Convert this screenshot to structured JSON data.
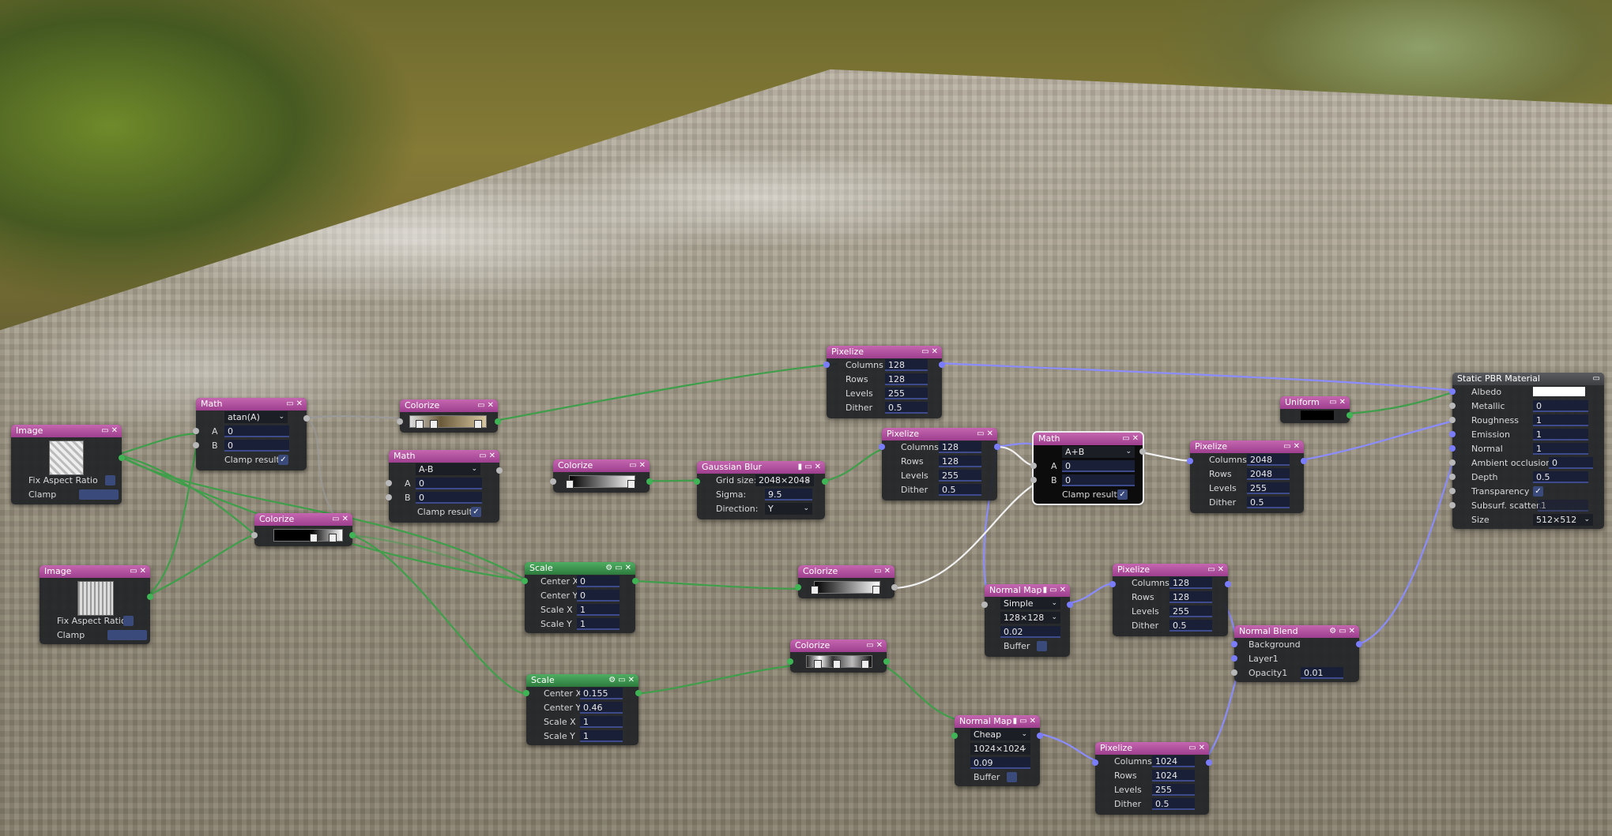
{
  "nodes": {
    "image1": {
      "title": "Image",
      "fix": "Fix Aspect Ratio",
      "clamp": "Clamp"
    },
    "image2": {
      "title": "Image",
      "fix": "Fix Aspect Ratio",
      "clamp": "Clamp"
    },
    "math1": {
      "title": "Math",
      "op": "atan(A)",
      "a_label": "A",
      "a": "0",
      "b_label": "B",
      "b": "0",
      "clamp": "Clamp result"
    },
    "math2": {
      "title": "Math",
      "op": "A-B",
      "a_label": "A",
      "a": "0",
      "b_label": "B",
      "b": "0",
      "clamp": "Clamp result"
    },
    "math3": {
      "title": "Math",
      "op": "A+B",
      "a_label": "A",
      "a": "0",
      "b_label": "B",
      "b": "0",
      "clamp": "Clamp result"
    },
    "colorize1": {
      "title": "Colorize"
    },
    "colorize2": {
      "title": "Colorize"
    },
    "colorize3": {
      "title": "Colorize"
    },
    "colorize4": {
      "title": "Colorize"
    },
    "colorize5": {
      "title": "Colorize"
    },
    "pixelize1": {
      "title": "Pixelize",
      "rows": [
        {
          "label": "Columns",
          "value": "128"
        },
        {
          "label": "Rows",
          "value": "128"
        },
        {
          "label": "Levels",
          "value": "255"
        },
        {
          "label": "Dither",
          "value": "0.5"
        }
      ]
    },
    "pixelize2": {
      "title": "Pixelize",
      "rows": [
        {
          "label": "Columns",
          "value": "128"
        },
        {
          "label": "Rows",
          "value": "128"
        },
        {
          "label": "Levels",
          "value": "255"
        },
        {
          "label": "Dither",
          "value": "0.5"
        }
      ]
    },
    "pixelize3": {
      "title": "Pixelize",
      "rows": [
        {
          "label": "Columns",
          "value": "2048"
        },
        {
          "label": "Rows",
          "value": "2048"
        },
        {
          "label": "Levels",
          "value": "255"
        },
        {
          "label": "Dither",
          "value": "0.5"
        }
      ]
    },
    "pixelize4": {
      "title": "Pixelize",
      "rows": [
        {
          "label": "Columns",
          "value": "128"
        },
        {
          "label": "Rows",
          "value": "128"
        },
        {
          "label": "Levels",
          "value": "255"
        },
        {
          "label": "Dither",
          "value": "0.5"
        }
      ]
    },
    "pixelize5": {
      "title": "Pixelize",
      "rows": [
        {
          "label": "Columns",
          "value": "1024"
        },
        {
          "label": "Rows",
          "value": "1024"
        },
        {
          "label": "Levels",
          "value": "255"
        },
        {
          "label": "Dither",
          "value": "0.5"
        }
      ]
    },
    "gaussian": {
      "title": "Gaussian Blur",
      "grid_label": "Grid size:",
      "grid": "2048×2048",
      "sigma_label": "Sigma:",
      "sigma": "9.5",
      "dir_label": "Direction:",
      "dir": "Y"
    },
    "scale1": {
      "title": "Scale",
      "rows": [
        {
          "label": "Center X",
          "value": "0"
        },
        {
          "label": "Center Y",
          "value": "0"
        },
        {
          "label": "Scale X",
          "value": "1"
        },
        {
          "label": "Scale Y",
          "value": "1"
        }
      ]
    },
    "scale2": {
      "title": "Scale",
      "rows": [
        {
          "label": "Center X",
          "value": "0.155"
        },
        {
          "label": "Center Y",
          "value": "0.46"
        },
        {
          "label": "Scale X",
          "value": "1"
        },
        {
          "label": "Scale Y",
          "value": "1"
        }
      ]
    },
    "normal1": {
      "title": "Normal Map",
      "mode": "Simple",
      "size": "128×128",
      "amount": "0.02",
      "buffer": "Buffer"
    },
    "normal2": {
      "title": "Normal Map",
      "mode": "Cheap",
      "size": "1024×1024",
      "amount": "0.09",
      "buffer": "Buffer"
    },
    "uniform": {
      "title": "Uniform"
    },
    "blend": {
      "title": "Normal Blend",
      "bg": "Background",
      "layer": "Layer1",
      "op_label": "Opacity1",
      "op": "0.01"
    },
    "pbr": {
      "title": "Static PBR Material",
      "rows": [
        {
          "label": "Albedo",
          "value": ""
        },
        {
          "label": "Metallic",
          "value": "0"
        },
        {
          "label": "Roughness",
          "value": "1"
        },
        {
          "label": "Emission",
          "value": "1"
        },
        {
          "label": "Normal",
          "value": "1"
        },
        {
          "label": "Ambient occlusion",
          "value": "0"
        },
        {
          "label": "Depth",
          "value": "0.5"
        },
        {
          "label": "Transparency",
          "value": ""
        },
        {
          "label": "Subsurf. scatter.",
          "value": "1"
        },
        {
          "label": "Size",
          "value": "512×512"
        }
      ]
    }
  },
  "colors": {
    "pink": "#b34fa0",
    "green": "#2f8a42",
    "wire_green": "#3f9e4a",
    "wire_blue": "#8a8cff",
    "wire_white": "#f2f2f2",
    "wire_grey": "#9a9a9a"
  },
  "icons": {
    "preview": "display-icon",
    "close": "close-icon",
    "lock": "lock-icon",
    "settings": "gear-icon"
  }
}
